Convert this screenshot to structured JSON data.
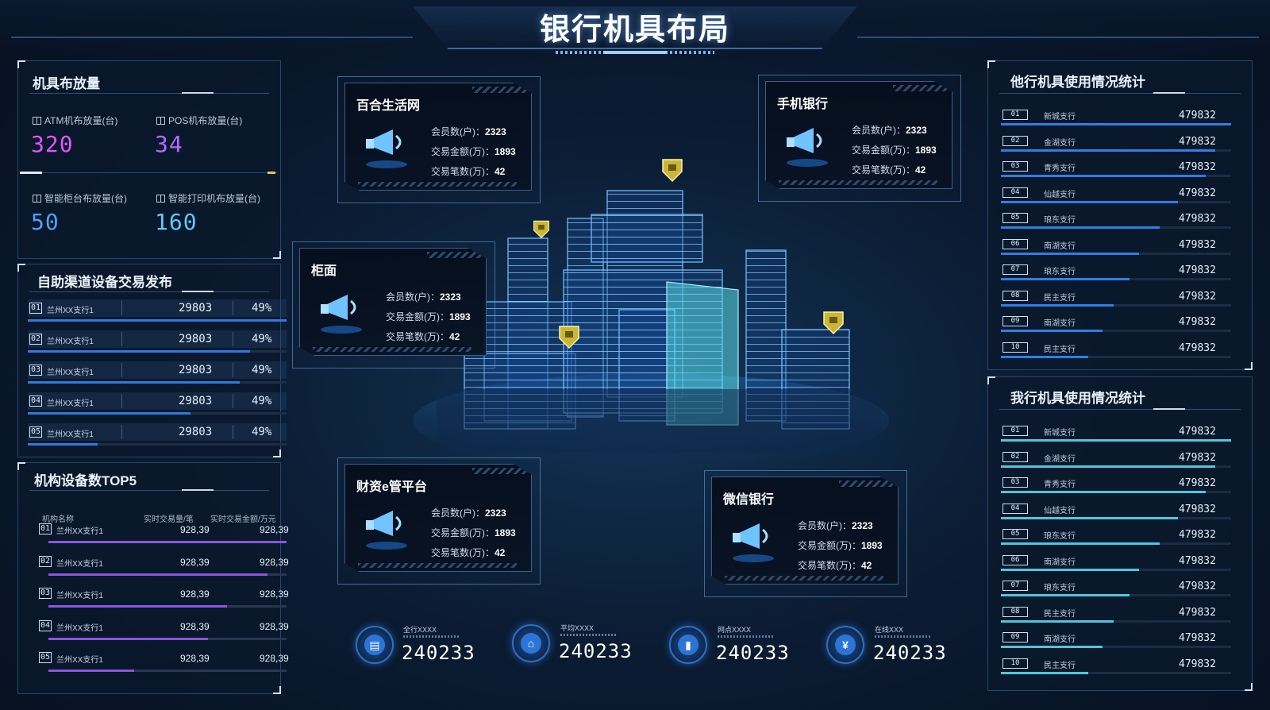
{
  "header": {
    "title": "银行机具布局"
  },
  "deployment": {
    "title": "机具布放量",
    "items": [
      {
        "label": "ATM机布放量(台)",
        "value": "320",
        "color": "#e255ff"
      },
      {
        "label": "POS机布放量(台)",
        "value": "34",
        "color": "#b06cff"
      },
      {
        "label": "智能柜台布放量(台)",
        "value": "50",
        "color": "#4aa3ff"
      },
      {
        "label": "智能打印机布放量(台)",
        "value": "160",
        "color": "#5fc8ff"
      }
    ]
  },
  "self_service": {
    "title": "自助渠道设备交易发布",
    "rows": [
      {
        "num": "01",
        "name": "兰州XX支行1",
        "value": "29803",
        "pct": "49%",
        "fill": 1.0
      },
      {
        "num": "02",
        "name": "兰州XX支行1",
        "value": "29803",
        "pct": "49%",
        "fill": 0.86
      },
      {
        "num": "03",
        "name": "兰州XX支行1",
        "value": "29803",
        "pct": "49%",
        "fill": 0.82
      },
      {
        "num": "04",
        "name": "兰州XX支行1",
        "value": "29803",
        "pct": "49%",
        "fill": 0.63
      },
      {
        "num": "05",
        "name": "兰州XX支行1",
        "value": "29803",
        "pct": "49%",
        "fill": 0.27
      }
    ]
  },
  "top5": {
    "title": "机构设备数TOP5",
    "headers": [
      "机构名称",
      "实时交易量/笔",
      "实时交易金额/万元"
    ],
    "rows": [
      {
        "num": "01",
        "name": "兰州XX支行1",
        "v1": "928,39",
        "v2": "928,39",
        "fill": 1.0
      },
      {
        "num": "02",
        "name": "兰州XX支行1",
        "v1": "928,39",
        "v2": "928,39",
        "fill": 0.92
      },
      {
        "num": "03",
        "name": "兰州XX支行1",
        "v1": "928,39",
        "v2": "928,39",
        "fill": 0.75
      },
      {
        "num": "04",
        "name": "兰州XX支行1",
        "v1": "928,39",
        "v2": "928,39",
        "fill": 0.67
      },
      {
        "num": "05",
        "name": "兰州XX支行1",
        "v1": "928,39",
        "v2": "928,39",
        "fill": 0.36
      }
    ]
  },
  "other_bank": {
    "title": "他行机具使用情况统计",
    "color": "#2e7fe6",
    "rows": [
      {
        "num": "01",
        "name": "新城支行",
        "value": "479832",
        "fill": 1.0
      },
      {
        "num": "02",
        "name": "金湖支行",
        "value": "479832",
        "fill": 0.93
      },
      {
        "num": "03",
        "name": "青秀支行",
        "value": "479832",
        "fill": 0.89
      },
      {
        "num": "04",
        "name": "仙越支行",
        "value": "479832",
        "fill": 0.77
      },
      {
        "num": "05",
        "name": "琅东支行",
        "value": "479832",
        "fill": 0.69
      },
      {
        "num": "06",
        "name": "南湖支行",
        "value": "479832",
        "fill": 0.6
      },
      {
        "num": "07",
        "name": "琅东支行",
        "value": "479832",
        "fill": 0.56
      },
      {
        "num": "08",
        "name": "民主支行",
        "value": "479832",
        "fill": 0.49
      },
      {
        "num": "09",
        "name": "南湖支行",
        "value": "479832",
        "fill": 0.44
      },
      {
        "num": "10",
        "name": "民主支行",
        "value": "479832",
        "fill": 0.38
      }
    ]
  },
  "my_bank": {
    "title": "我行机具使用情况统计",
    "color": "#4fc7d9",
    "rows": [
      {
        "num": "01",
        "name": "新城支行",
        "value": "479832",
        "fill": 1.0
      },
      {
        "num": "02",
        "name": "金湖支行",
        "value": "479832",
        "fill": 0.93
      },
      {
        "num": "03",
        "name": "青秀支行",
        "value": "479832",
        "fill": 0.89
      },
      {
        "num": "04",
        "name": "仙越支行",
        "value": "479832",
        "fill": 0.77
      },
      {
        "num": "05",
        "name": "琅东支行",
        "value": "479832",
        "fill": 0.69
      },
      {
        "num": "06",
        "name": "南湖支行",
        "value": "479832",
        "fill": 0.6
      },
      {
        "num": "07",
        "name": "琅东支行",
        "value": "479832",
        "fill": 0.56
      },
      {
        "num": "08",
        "name": "民主支行",
        "value": "479832",
        "fill": 0.49
      },
      {
        "num": "09",
        "name": "南湖支行",
        "value": "479832",
        "fill": 0.44
      },
      {
        "num": "10",
        "name": "民主支行",
        "value": "479832",
        "fill": 0.38
      }
    ]
  },
  "cards": [
    {
      "id": "baihe",
      "title": "百合生活网",
      "members_label": "会员数(户)：",
      "members": "2323",
      "amount_label": "交易金额(万)：",
      "amount": "1893",
      "count_label": "交易笔数(万)：",
      "count": "42"
    },
    {
      "id": "mobile",
      "title": "手机银行",
      "members_label": "会员数(户)：",
      "members": "2323",
      "amount_label": "交易金额(万)：",
      "amount": "1893",
      "count_label": "交易笔数(万)：",
      "count": "42"
    },
    {
      "id": "counter",
      "title": "柜面",
      "members_label": "会员数(户)：",
      "members": "2323",
      "amount_label": "交易金额(万)：",
      "amount": "1893",
      "count_label": "交易笔数(万)：",
      "count": "42"
    },
    {
      "id": "caizi",
      "title": "财资e管平台",
      "members_label": "会员数(户)：",
      "members": "2323",
      "amount_label": "交易金额(万)：",
      "amount": "1893",
      "count_label": "交易笔数(万)：",
      "count": "42"
    },
    {
      "id": "wechat",
      "title": "微信银行",
      "members_label": "会员数(户)：",
      "members": "2323",
      "amount_label": "交易金额(万)：",
      "amount": "1893",
      "count_label": "交易笔数(万)：",
      "count": "42"
    }
  ],
  "bottom_stats": [
    {
      "icon": "briefcase-icon",
      "label": "全行XXXX",
      "value": "240233"
    },
    {
      "icon": "house-icon",
      "label": "平均XXXX",
      "value": "240233"
    },
    {
      "icon": "chart-icon",
      "label": "网点XXXX",
      "value": "240233"
    },
    {
      "icon": "yen-icon",
      "glyph": "¥",
      "label": "在线XXX",
      "value": "240233"
    }
  ]
}
